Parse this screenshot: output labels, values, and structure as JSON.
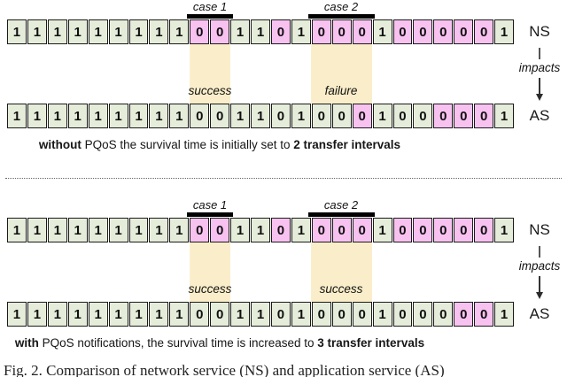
{
  "colors": {
    "cell_green": "#e5edda",
    "cell_pink": "#f8c2f0",
    "band_yellow": "#faeeca",
    "bar_black": "#000000",
    "border": "#1b1b1b"
  },
  "diagrams": [
    {
      "name": "without-pqos",
      "cases": [
        {
          "label": "case 1",
          "result": "success"
        },
        {
          "label": "case 2",
          "result": "failure"
        }
      ],
      "ns": {
        "label": "NS",
        "bits": [
          "1",
          "1",
          "1",
          "1",
          "1",
          "1",
          "1",
          "1",
          "1",
          "0",
          "0",
          "1",
          "1",
          "0",
          "1",
          "0",
          "0",
          "0",
          "1",
          "0",
          "0",
          "0",
          "0",
          "0",
          "1"
        ],
        "highlighted": [
          9,
          10,
          13,
          15,
          16,
          17,
          19,
          20,
          21,
          22,
          23
        ]
      },
      "as": {
        "label": "AS",
        "bits": [
          "1",
          "1",
          "1",
          "1",
          "1",
          "1",
          "1",
          "1",
          "1",
          "0",
          "0",
          "1",
          "1",
          "0",
          "1",
          "0",
          "0",
          "0",
          "1",
          "0",
          "0",
          "0",
          "0",
          "0",
          "1"
        ],
        "highlighted": [
          17,
          21,
          22,
          23
        ]
      },
      "impacts_label": "impacts",
      "caption": [
        {
          "text": "without",
          "bold": true
        },
        {
          "text": " PQoS the survival time is initially set to ",
          "bold": false
        },
        {
          "text": "2 transfer intervals",
          "bold": true
        }
      ]
    },
    {
      "name": "with-pqos",
      "cases": [
        {
          "label": "case 1",
          "result": "success"
        },
        {
          "label": "case 2",
          "result": "success"
        }
      ],
      "ns": {
        "label": "NS",
        "bits": [
          "1",
          "1",
          "1",
          "1",
          "1",
          "1",
          "1",
          "1",
          "1",
          "0",
          "0",
          "1",
          "1",
          "0",
          "1",
          "0",
          "0",
          "0",
          "1",
          "0",
          "0",
          "0",
          "0",
          "0",
          "1"
        ],
        "highlighted": [
          9,
          10,
          13,
          15,
          16,
          17,
          19,
          20,
          21,
          22,
          23
        ]
      },
      "as": {
        "label": "AS",
        "bits": [
          "1",
          "1",
          "1",
          "1",
          "1",
          "1",
          "1",
          "1",
          "1",
          "0",
          "0",
          "1",
          "1",
          "0",
          "1",
          "0",
          "0",
          "0",
          "1",
          "0",
          "0",
          "0",
          "0",
          "0",
          "1"
        ],
        "highlighted": [
          22,
          23
        ]
      },
      "impacts_label": "impacts",
      "caption": [
        {
          "text": "with",
          "bold": true
        },
        {
          "text": " PQoS notifications, the survival time is increased to ",
          "bold": false
        },
        {
          "text": "3 transfer intervals",
          "bold": true
        }
      ]
    }
  ],
  "figure_caption": "Fig. 2.   Comparison of network service (NS) and application service (AS)"
}
